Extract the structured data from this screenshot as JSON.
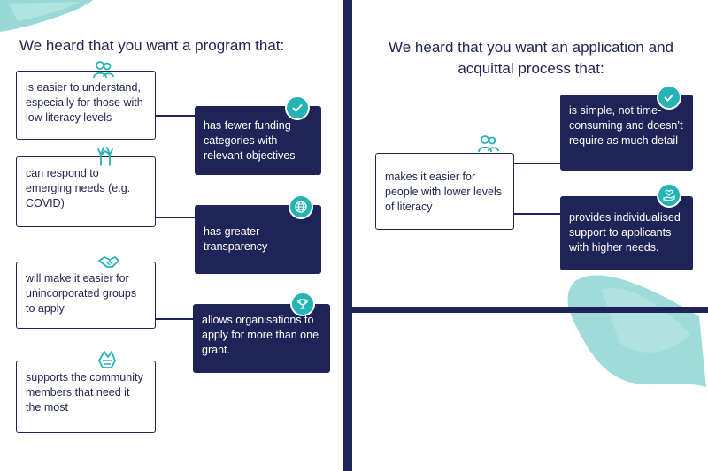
{
  "left": {
    "heading": "We heard that you want a program that:",
    "white_cards": [
      "is easier to understand, especially for those with low literacy levels",
      "can respond to emerging needs (e.g. COVID)",
      "will make it easier for unincorporated groups to apply",
      "supports the community members that need it the most"
    ],
    "navy_cards": [
      "has fewer funding categories with relevant objectives",
      "has greater transparency",
      "allows organisations to apply for more than one grant."
    ]
  },
  "right": {
    "heading": "We heard that you want an application and acquittal process that:",
    "white_card": "makes it easier for people with lower levels of literacy",
    "navy_cards": [
      "is simple, not time-consuming and doesn’t require as much detail",
      "provides individualised support to applicants with higher needs."
    ]
  },
  "colors": {
    "navy": "#1e2457",
    "teal": "#26b3b5",
    "teal_light": "#8dd5d3"
  },
  "icons": {
    "people": "people-icon",
    "hands_raised": "raised-hands-icon",
    "handshake": "handshake-icon",
    "teamwork_hands": "stacked-hands-icon",
    "check": "check-icon",
    "globe": "globe-icon",
    "trophy": "trophy-icon",
    "heart_hand": "heart-hand-icon"
  }
}
